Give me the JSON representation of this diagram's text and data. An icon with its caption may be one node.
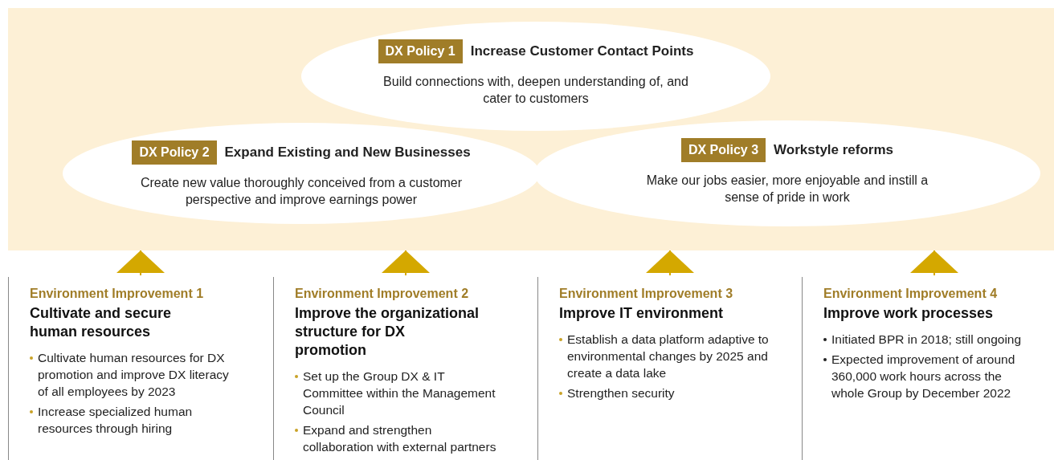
{
  "diagram": {
    "nodes": [
      {
        "text": [],
        "shape": "box"
      },
      {
        "text": [
          "DX Policy 1",
          "Increase Customer Contact Points",
          "Build connections with, deepen understanding of, and cater to customers"
        ],
        "in": 0
      },
      {
        "text": [
          "DX Policy 2",
          "Expand Existing and New Businesses",
          "Create new value thoroughly conceived from a customer perspective and improve earnings power"
        ],
        "in": 0
      },
      {
        "text": [
          "DX Policy 3",
          "Workstyle reforms",
          "Make our jobs easier, more enjoyable and instill a sense of pride in work"
        ],
        "in": 0
      },
      {
        "text": [
          "Environment Improvement 1",
          "Cultivate and secure human resources",
          "Cultivate human resources for DX promotion and improve DX literacy of all employees by 2023",
          "Increase specialized human resources through hiring"
        ]
      },
      {
        "text": [
          "Environment Improvement 2",
          "Improve the organizational structure for DX promotion",
          "Set up the Group DX & IT Committee within the Management Council",
          "Expand and strengthen collaboration with external partners"
        ]
      },
      {
        "text": [
          "Environment Improvement 3",
          "Improve IT environment",
          "Establish a data platform adaptive to environmental changes by 2025 and create a data lake",
          "Strengthen security"
        ]
      },
      {
        "text": [
          "Environment Improvement 4",
          "Improve work processes",
          "Initiated BPR in 2018; still ongoing",
          "Expected improvement of around 360,000 work hours across the whole Group by December 2022"
        ]
      }
    ],
    "edges": [
      {
        "from": 4,
        "to": 0,
        "arrow": "to"
      },
      {
        "from": 5,
        "to": 0,
        "arrow": "to"
      },
      {
        "from": 6,
        "to": 0,
        "arrow": "to"
      },
      {
        "from": 7,
        "to": 0,
        "arrow": "to"
      }
    ]
  }
}
